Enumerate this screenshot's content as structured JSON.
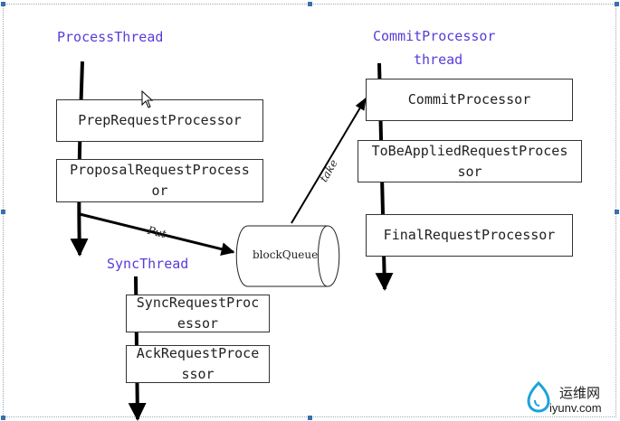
{
  "labels": {
    "process_thread": "ProcessThread",
    "commit_thread_line1": "CommitProcessor",
    "commit_thread_line2": "thread",
    "sync_thread": "SyncThread"
  },
  "boxes": {
    "prep": "PrepRequestProcessor",
    "proposal": "ProposalRequestProcess\nor",
    "commit": "CommitProcessor",
    "tobeapplied": "ToBeAppliedRequestProces\nsor",
    "final": "FinalRequestProcessor",
    "sync": "SyncRequestProc\nessor",
    "ack": "AckRequestProce\nssor"
  },
  "queue": {
    "label": "blockQueue"
  },
  "edges": {
    "put": "Put",
    "take": "take"
  },
  "watermark": {
    "line1": "运维网",
    "line2": "iyunv.com"
  },
  "colors": {
    "thread_label": "#5a3bd8",
    "handle": "#3a6fb0"
  }
}
